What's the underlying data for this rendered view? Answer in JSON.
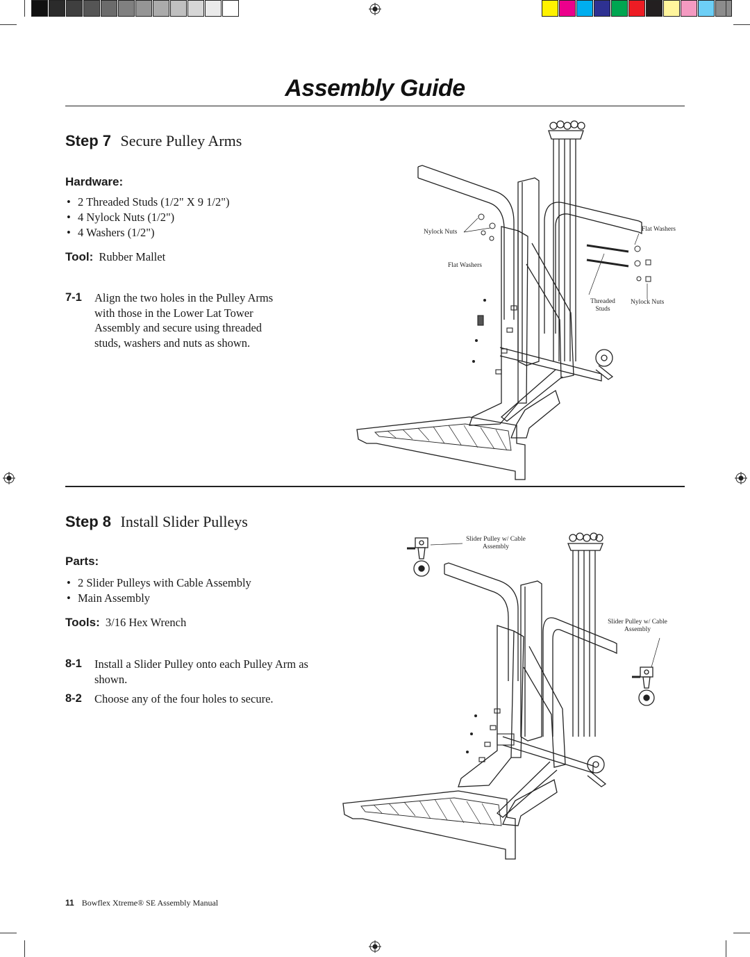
{
  "header": {
    "title": "Assembly Guide",
    "gray_swatches": [
      "#111111",
      "#2b2b2b",
      "#3f3f3f",
      "#555555",
      "#6b6b6b",
      "#808080",
      "#959595",
      "#ababab",
      "#c0c0c0",
      "#d6d6d6",
      "#eaeaea",
      "#ffffff"
    ],
    "color_swatches": [
      "#fff200",
      "#ec008c",
      "#00aeef",
      "#2e3192",
      "#00a651",
      "#ed1c24",
      "#231f20",
      "#fff59d",
      "#f49ac1",
      "#6dcff6",
      "#8c8c8c"
    ]
  },
  "step7": {
    "step_label": "Step 7",
    "title": "Secure Pulley Arms",
    "hardware_heading": "Hardware:",
    "hardware_items": [
      "2 Threaded Studs (1/2\" X 9 1/2\")",
      "4 Nylock Nuts (1/2\")",
      "4 Washers (1/2\")"
    ],
    "tool_label": "Tool:",
    "tool_value": "Rubber Mallet",
    "instructions": [
      {
        "num": "7-1",
        "text": "Align the two holes in the Pulley Arms with those in the Lower Lat Tower Assembly and secure using threaded studs, washers and nuts as shown."
      }
    ],
    "callouts": {
      "nylock_nuts_left": "Nylock Nuts",
      "flat_washers_left": "Flat Washers",
      "flat_washers_right": "Flat Washers",
      "threaded_studs": "Threaded Studs",
      "nylock_nuts_right": "Nylock Nuts"
    }
  },
  "step8": {
    "step_label": "Step 8",
    "title": "Install Slider Pulleys",
    "parts_heading": "Parts:",
    "parts_items": [
      "2 Slider Pulleys with Cable Assembly",
      "Main Assembly"
    ],
    "tool_label": "Tools:",
    "tool_value": "3/16 Hex Wrench",
    "instructions": [
      {
        "num": "8-1",
        "text": "Install a Slider Pulley onto each Pulley Arm as shown."
      },
      {
        "num": "8-2",
        "text": "Choose any of the four holes to secure."
      }
    ],
    "callouts": {
      "slider_pulley_top": "Slider Pulley w/ Cable Assembly",
      "slider_pulley_right": "Slider Pulley w/ Cable Assembly"
    }
  },
  "footer": {
    "page_number": "11",
    "manual_title": "Bowflex Xtreme® SE Assembly Manual"
  }
}
